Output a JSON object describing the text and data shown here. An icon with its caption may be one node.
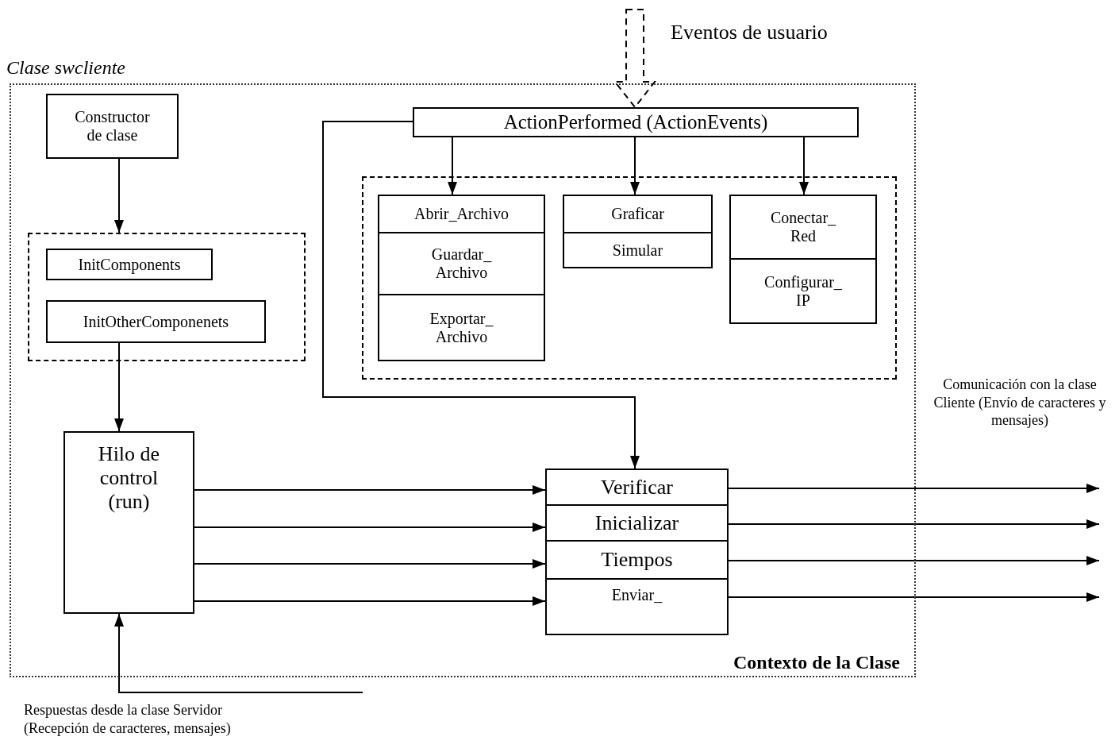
{
  "diagram": {
    "nodes": [
      {
        "text": [
          "Clase swcliente",
          "Contexto de la Clase"
        ]
      },
      {
        "text": [
          "Constructor de clase"
        ],
        "in": 0
      },
      {
        "text": [],
        "shape": "box",
        "in": 0
      },
      {
        "text": [
          "InitComponents"
        ],
        "in": 2
      },
      {
        "text": [
          "InitOtherComponenets"
        ],
        "in": 2
      },
      {
        "text": [
          "Hilo de control (run)"
        ],
        "in": 0
      },
      {
        "text": [
          "ActionPerformed (ActionEvents)"
        ],
        "in": 0
      },
      {
        "text": [],
        "shape": "box",
        "in": 0
      },
      {
        "text": [],
        "shape": "box",
        "in": 7
      },
      {
        "text": [
          "Abrir_Archivo"
        ],
        "in": 8
      },
      {
        "text": [
          "Guardar_ Archivo"
        ],
        "in": 8
      },
      {
        "text": [
          "Exportar_ Archivo"
        ],
        "in": 8
      },
      {
        "text": [],
        "shape": "box",
        "in": 7
      },
      {
        "text": [
          "Graficar"
        ],
        "in": 12
      },
      {
        "text": [
          "Simular"
        ],
        "in": 12
      },
      {
        "text": [],
        "shape": "box",
        "in": 7
      },
      {
        "text": [
          "Conectar_ Red"
        ],
        "in": 15
      },
      {
        "text": [
          "Configurar_ IP"
        ],
        "in": 15
      },
      {
        "text": [
          "Verificar"
        ],
        "in": 0
      },
      {
        "text": [
          "Inicializar"
        ],
        "in": 0
      },
      {
        "text": [
          "Tiempos"
        ],
        "in": 0
      },
      {
        "text": [
          "Enviar_"
        ],
        "in": 0
      }
    ],
    "edges": [
      {
        "from": 1,
        "to": 2,
        "arrow": "to"
      },
      {
        "from": 4,
        "to": 5,
        "arrow": "to"
      },
      {
        "from": 6,
        "to": 8,
        "arrow": "to"
      },
      {
        "from": 6,
        "to": 12,
        "arrow": "to"
      },
      {
        "from": 6,
        "to": 15,
        "arrow": "to"
      },
      {
        "from": 6,
        "to": 18,
        "arrow": "to"
      },
      {
        "from": 5,
        "to": 18,
        "arrow": "to"
      },
      {
        "from": 5,
        "to": 19,
        "arrow": "to"
      },
      {
        "from": 5,
        "to": 20,
        "arrow": "to"
      },
      {
        "from": 5,
        "to": 21,
        "arrow": "to"
      },
      {
        "from": 18,
        "to": null,
        "arrow": "to"
      },
      {
        "from": 19,
        "to": null,
        "arrow": "to"
      },
      {
        "from": 20,
        "to": null,
        "arrow": "to"
      },
      {
        "from": 21,
        "to": null,
        "arrow": "to"
      },
      {
        "from": null,
        "to": 5,
        "arrow": "to"
      },
      {
        "from": null,
        "to": 6,
        "arrow": "to",
        "style": "dashed"
      }
    ],
    "labels": [
      "Eventos de usuario",
      "Comunicación con la clase Cliente (Envío de caracteres y mensajes)",
      "Respuestas desde la clase Servidor (Recepción de caracteres, mensajes)"
    ]
  }
}
